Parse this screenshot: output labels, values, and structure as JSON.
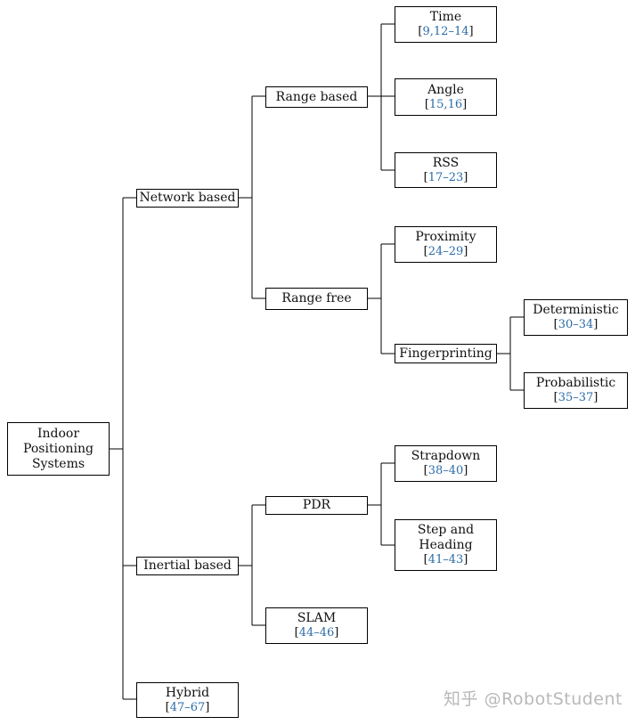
{
  "diagram": {
    "root": {
      "label_lines": [
        "Indoor",
        "Positioning",
        "Systems"
      ]
    },
    "network_based": {
      "label": "Network based"
    },
    "range_based": {
      "label": "Range based"
    },
    "time": {
      "label": "Time",
      "refs": "9,12–14"
    },
    "angle": {
      "label": "Angle",
      "refs": "15,16"
    },
    "rss": {
      "label": "RSS",
      "refs": "17–23"
    },
    "range_free": {
      "label": "Range free"
    },
    "proximity": {
      "label": "Proximity",
      "refs": "24–29"
    },
    "fingerprinting": {
      "label": "Fingerprinting"
    },
    "deterministic": {
      "label": "Deterministic",
      "refs": "30–34"
    },
    "probabilistic": {
      "label": "Probabilistic",
      "refs": "35–37"
    },
    "inertial_based": {
      "label": "Inertial based"
    },
    "pdr": {
      "label": "PDR"
    },
    "strapdown": {
      "label": "Strapdown",
      "refs": "38–40"
    },
    "step_heading": {
      "label_lines": [
        "Step and",
        "Heading"
      ],
      "refs": "41–43"
    },
    "slam": {
      "label": "SLAM",
      "refs": "44–46"
    },
    "hybrid": {
      "label": "Hybrid",
      "refs": "47–67"
    }
  },
  "watermark": "知乎 @RobotStudent"
}
